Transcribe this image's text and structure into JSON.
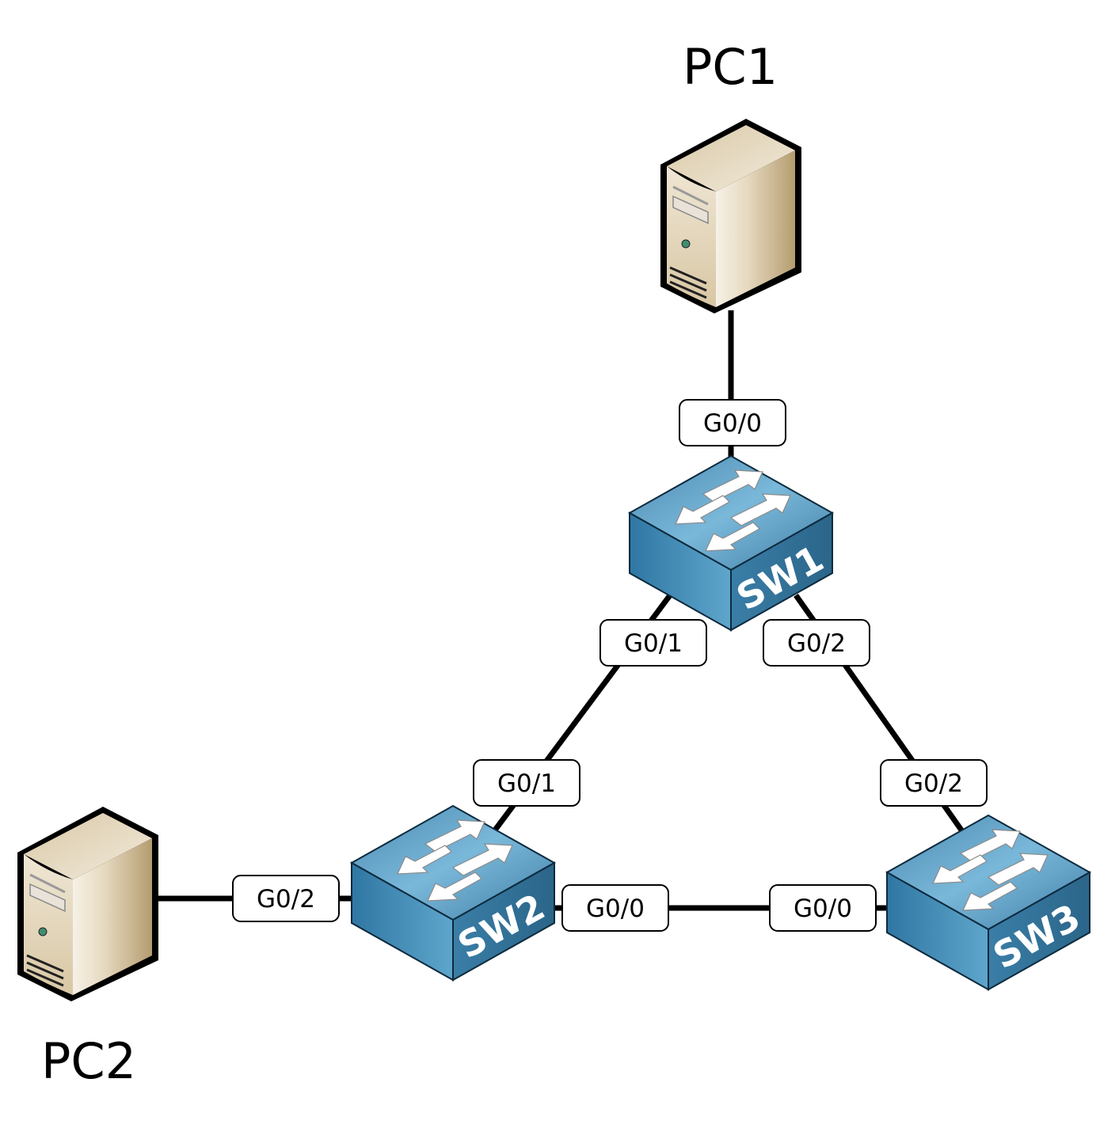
{
  "diagram": {
    "type": "network-topology",
    "devices": {
      "pc1": {
        "label": "PC1",
        "kind": "pc"
      },
      "pc2": {
        "label": "PC2",
        "kind": "pc"
      },
      "sw1": {
        "label": "SW1",
        "kind": "switch"
      },
      "sw2": {
        "label": "SW2",
        "kind": "switch"
      },
      "sw3": {
        "label": "SW3",
        "kind": "switch"
      }
    },
    "links": [
      {
        "from": "PC1",
        "to": "SW1",
        "ports": {
          "sw1": "G0/0"
        }
      },
      {
        "from": "SW1",
        "to": "SW2",
        "ports": {
          "sw1": "G0/1",
          "sw2": "G0/1"
        }
      },
      {
        "from": "SW1",
        "to": "SW3",
        "ports": {
          "sw1": "G0/2",
          "sw3": "G0/2"
        }
      },
      {
        "from": "SW2",
        "to": "SW3",
        "ports": {
          "sw2": "G0/0",
          "sw3": "G0/0"
        }
      },
      {
        "from": "PC2",
        "to": "SW2",
        "ports": {
          "sw2": "G0/2"
        }
      }
    ],
    "port_labels": {
      "sw1_g00": "G0/0",
      "sw1_g01": "G0/1",
      "sw1_g02": "G0/2",
      "sw2_g01": "G0/1",
      "sw2_g00": "G0/0",
      "sw2_g02": "G0/2",
      "sw3_g02": "G0/2",
      "sw3_g00": "G0/0"
    },
    "colors": {
      "switch_top": "#5a9fc4",
      "switch_left": "#3d87b0",
      "switch_right": "#2f6f94",
      "pc_body": "#e8dcc4",
      "pc_side": "#c9b48e",
      "link": "#000000"
    }
  }
}
